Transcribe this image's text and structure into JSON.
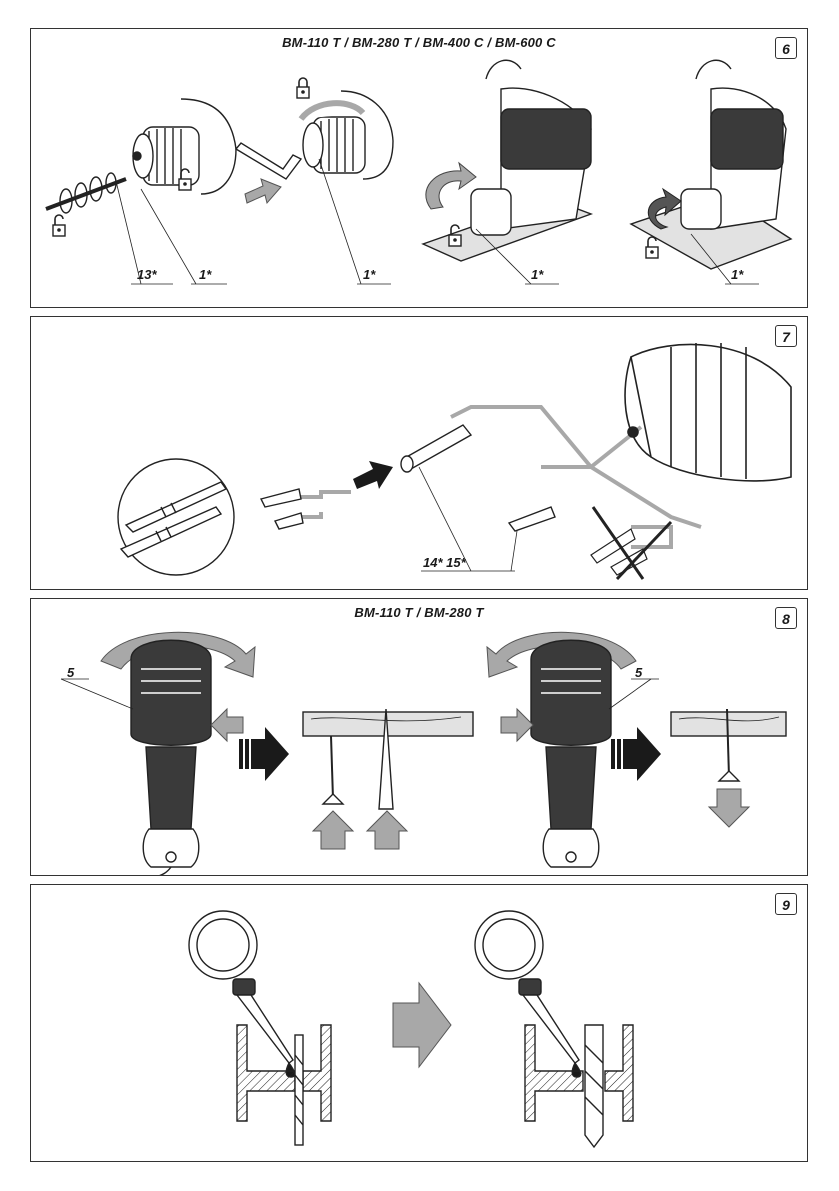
{
  "panels": [
    {
      "number": "6",
      "title": "BM-110 T / BM-280 T / BM-400 C / BM-600 C",
      "callouts": [
        "13*",
        "1*",
        "1*",
        "1*",
        "1*"
      ]
    },
    {
      "number": "7",
      "title": "",
      "callouts": [
        "14* 15*"
      ]
    },
    {
      "number": "8",
      "title": "BM-110 T / BM-280 T",
      "callouts": [
        "5",
        "5"
      ]
    },
    {
      "number": "9",
      "title": "",
      "callouts": []
    }
  ],
  "colors": {
    "line": "#222222",
    "arrow_gray": "#a8a8a8",
    "arrow_dark": "#1a1a1a",
    "wood": "#e2e2e2",
    "handle_dark": "#3a3a3a"
  },
  "icons": [
    "lock-open-icon",
    "lock-closed-icon",
    "rotate-arrow-icon",
    "push-arrow-icon",
    "cross-out-icon"
  ]
}
